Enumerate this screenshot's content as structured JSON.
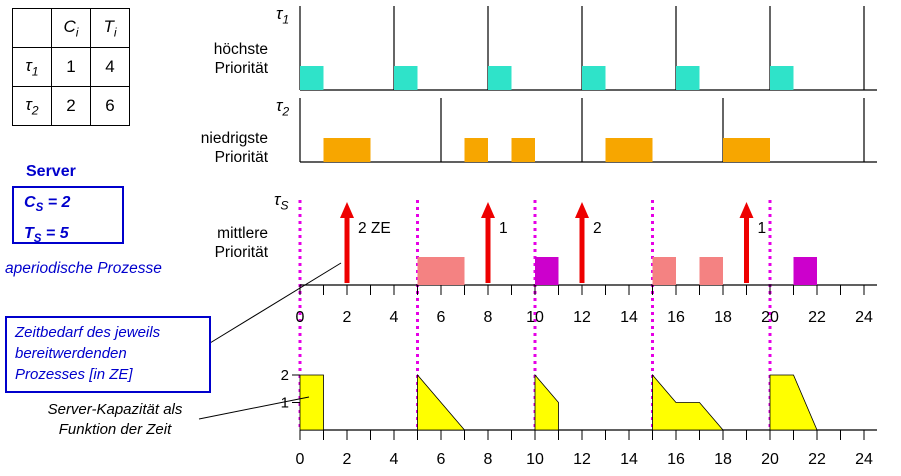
{
  "table": {
    "c_header": {
      "base": "C",
      "sub": "i"
    },
    "t_header": {
      "base": "T",
      "sub": "i"
    },
    "rows": [
      {
        "sym": "τ",
        "sub": "1",
        "c": "1",
        "t": "4"
      },
      {
        "sym": "τ",
        "sub": "2",
        "c": "2",
        "t": "6"
      }
    ]
  },
  "server_panel": {
    "title": "Server",
    "c": {
      "base": "C",
      "sub": "S",
      "rest": " = 2"
    },
    "t": {
      "base": "T",
      "sub": "S",
      "rest": " = 5"
    }
  },
  "annotations": {
    "aperiodic": "aperiodische Prozesse",
    "note_lines": [
      "Zeitbedarf des jeweils",
      "bereitwerdenden",
      "Prozesses [in ZE]"
    ],
    "capacity_lines": [
      "Server-Kapazität als",
      "Funktion der Zeit"
    ]
  },
  "rows_meta": [
    {
      "sym": "τ",
      "sub": "1",
      "prio": [
        "höchste",
        "Priorität"
      ]
    },
    {
      "sym": "τ",
      "sub": "2",
      "prio": [
        "niedrigste",
        "Priorität"
      ]
    },
    {
      "sym": "τ",
      "sub": "S",
      "prio": [
        "mittlere",
        "Priorität"
      ]
    }
  ],
  "chart_data": {
    "type": "gantt-timeline",
    "time_axis": {
      "min": 0,
      "max": 24,
      "unit_tick": 1,
      "label_step": 2,
      "labels": [
        "0",
        "2",
        "4",
        "6",
        "8",
        "10",
        "12",
        "14",
        "16",
        "18",
        "20",
        "22",
        "24"
      ]
    },
    "tasks": [
      {
        "name": "τ1",
        "priority": "höchste Priorität",
        "C": 1,
        "T": 4,
        "release_lines": [
          0,
          4,
          8,
          12,
          16,
          20,
          24
        ],
        "executions": [
          [
            0,
            1
          ],
          [
            4,
            5
          ],
          [
            8,
            9
          ],
          [
            12,
            13
          ],
          [
            16,
            17
          ],
          [
            20,
            21
          ]
        ],
        "color": "#2fe3c9"
      },
      {
        "name": "τ2",
        "priority": "niedrigste Priorität",
        "C": 2,
        "T": 6,
        "release_lines": [
          0,
          6,
          12,
          18,
          24
        ],
        "executions": [
          [
            1,
            3
          ],
          [
            7,
            8
          ],
          [
            9,
            10
          ],
          [
            13,
            15
          ],
          [
            18,
            20
          ]
        ],
        "color": "#f7a600"
      },
      {
        "name": "τS",
        "priority": "mittlere Priorität",
        "C": 2,
        "T": 5,
        "replenishment_lines": [
          0,
          5,
          10,
          15,
          20
        ],
        "arrivals": [
          {
            "t": 2,
            "label": "2 ZE"
          },
          {
            "t": 8,
            "label": "1"
          },
          {
            "t": 12,
            "label": "2"
          },
          {
            "t": 19,
            "label": "1"
          }
        ],
        "executions": [
          {
            "span": [
              5,
              7
            ],
            "color": "#f48282"
          },
          {
            "span": [
              10,
              11
            ],
            "color": "#cc00cc"
          },
          {
            "span": [
              15,
              16
            ],
            "color": "#f48282"
          },
          {
            "span": [
              17,
              18
            ],
            "color": "#f48282"
          },
          {
            "span": [
              21,
              22
            ],
            "color": "#cc00cc"
          }
        ]
      }
    ],
    "capacity_plot": {
      "ylabel_values": [
        "2",
        "1"
      ],
      "fill": "#ffff00",
      "shapes": [
        [
          [
            0,
            0
          ],
          [
            0,
            2
          ],
          [
            1,
            2
          ],
          [
            1,
            0
          ]
        ],
        [
          [
            5,
            0
          ],
          [
            5,
            2
          ],
          [
            7,
            0
          ]
        ],
        [
          [
            10,
            0
          ],
          [
            10,
            2
          ],
          [
            11,
            1
          ],
          [
            11,
            0
          ]
        ],
        [
          [
            15,
            0
          ],
          [
            15,
            2
          ],
          [
            16,
            1
          ],
          [
            17,
            1
          ],
          [
            18,
            0
          ]
        ],
        [
          [
            20,
            0
          ],
          [
            20,
            2
          ],
          [
            21,
            2
          ],
          [
            22,
            0
          ]
        ]
      ]
    },
    "colors": {
      "arrival_arrow": "#ee0000",
      "replenish_line": "#e600e6",
      "accent_blue": "#0000cc"
    }
  }
}
